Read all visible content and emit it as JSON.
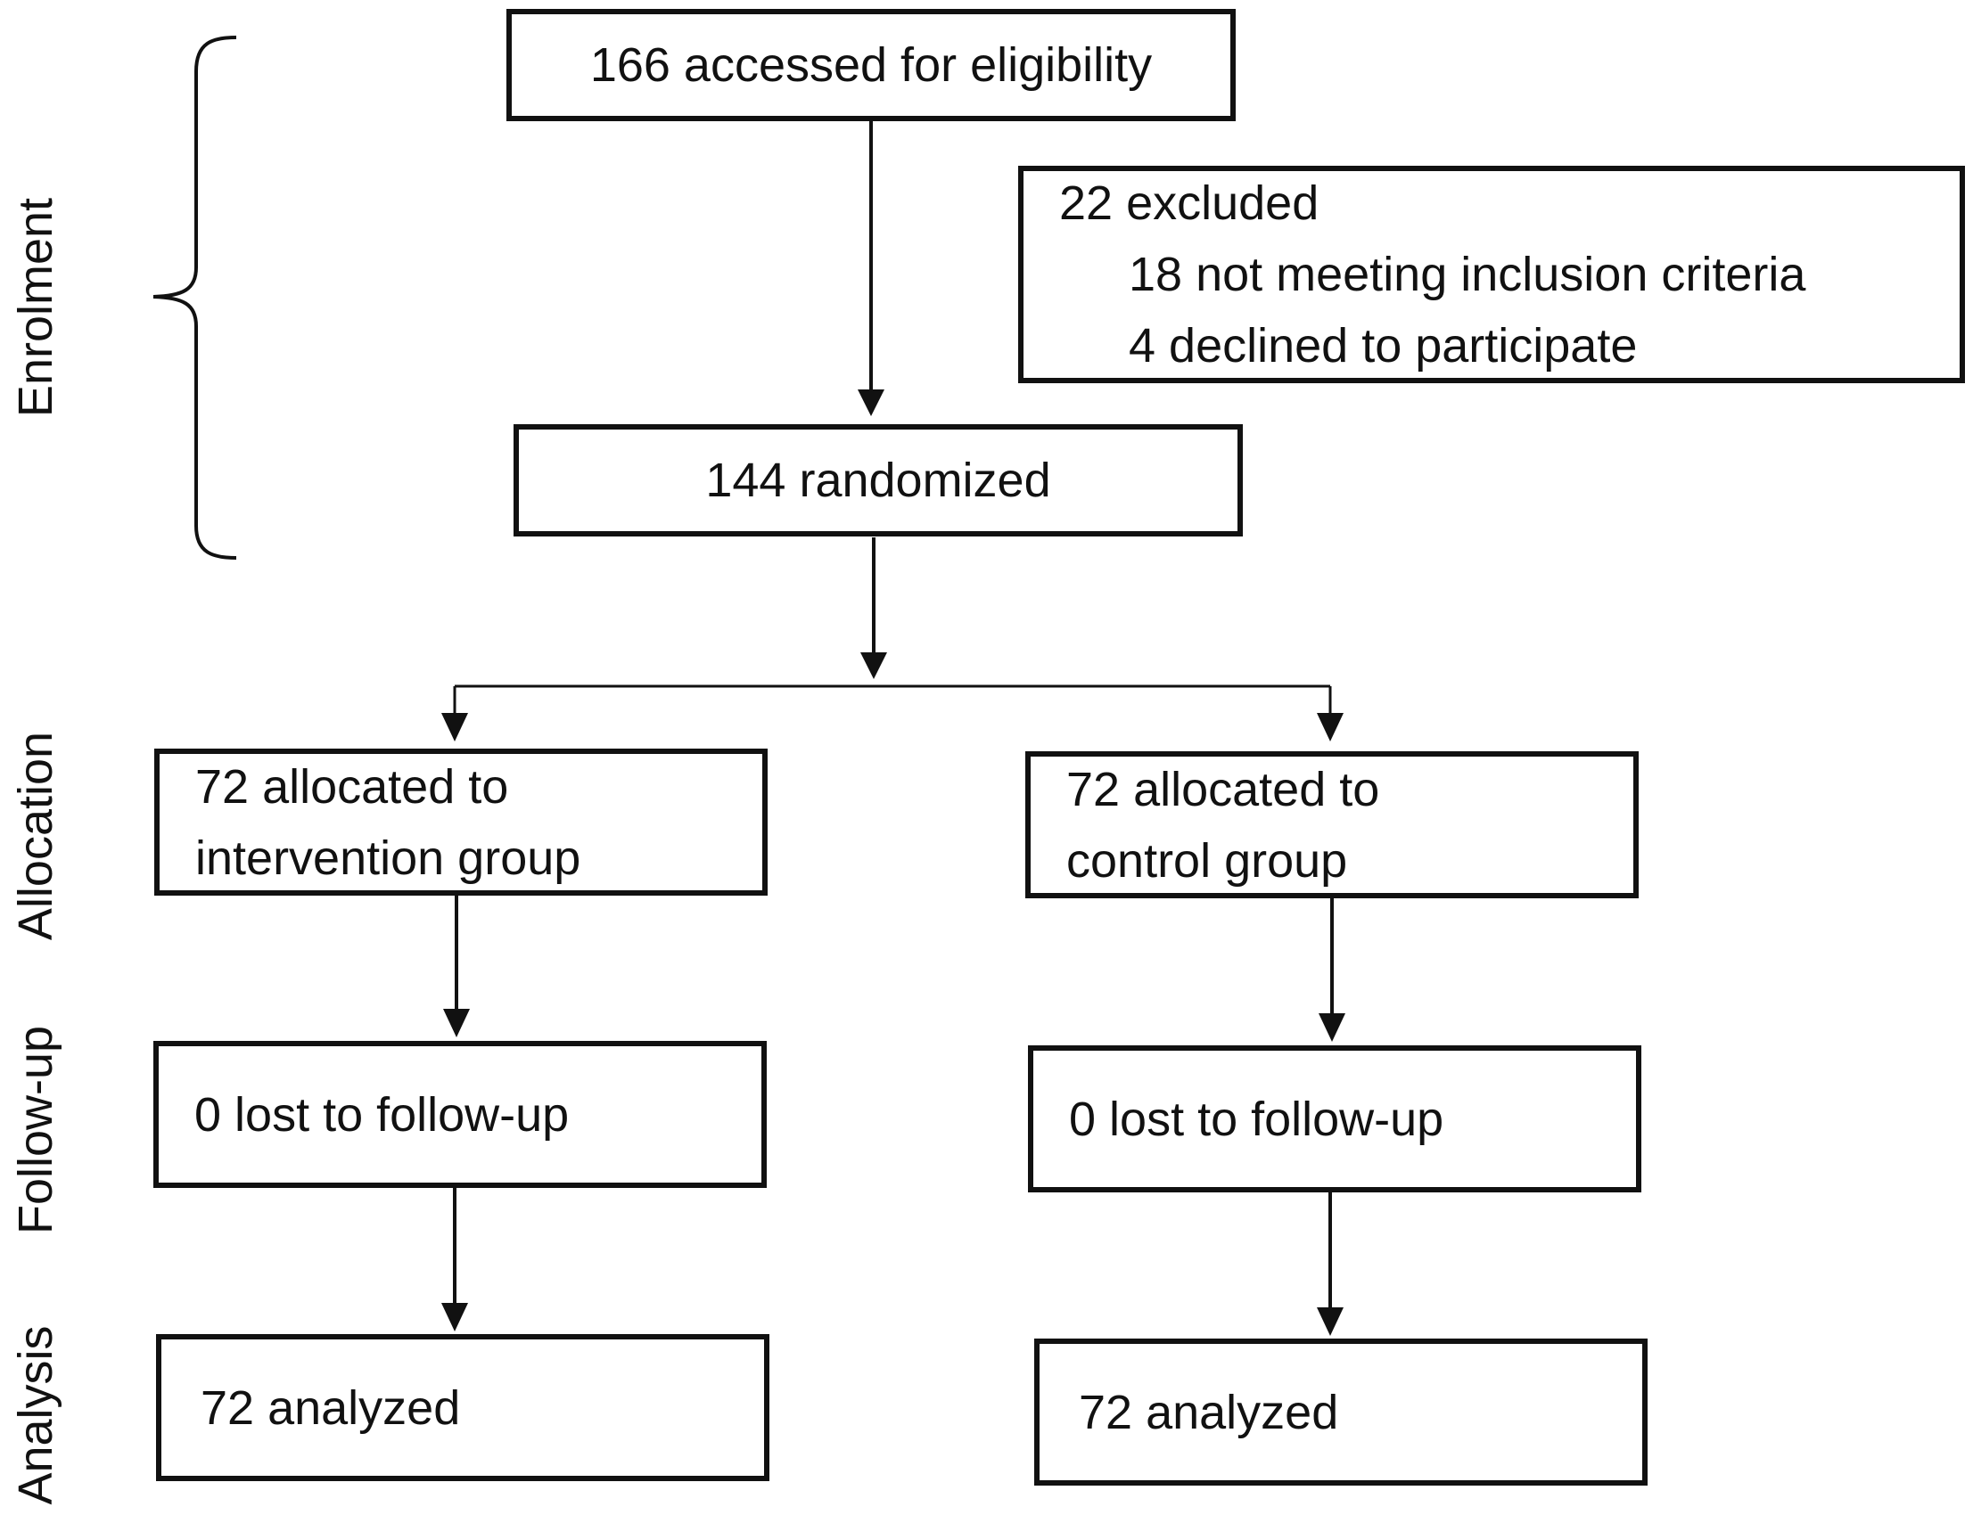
{
  "stages": {
    "enrolment": "Enrolment",
    "allocation": "Allocation",
    "follow_up": "Follow-up",
    "analysis": "Analysis"
  },
  "boxes": {
    "assessed": "166 accessed for eligibility",
    "excluded": {
      "title": "22 excluded",
      "reasons": [
        "18 not meeting inclusion criteria",
        "4 declined to participate"
      ]
    },
    "randomized": "144 randomized",
    "intervention": {
      "allocated": [
        "72 allocated to",
        "intervention group"
      ],
      "lost": "0 lost to follow-up",
      "analyzed": "72 analyzed"
    },
    "control": {
      "allocated": [
        "72 allocated to",
        "control group"
      ],
      "lost": "0 lost to follow-up",
      "analyzed": "72 analyzed"
    }
  }
}
